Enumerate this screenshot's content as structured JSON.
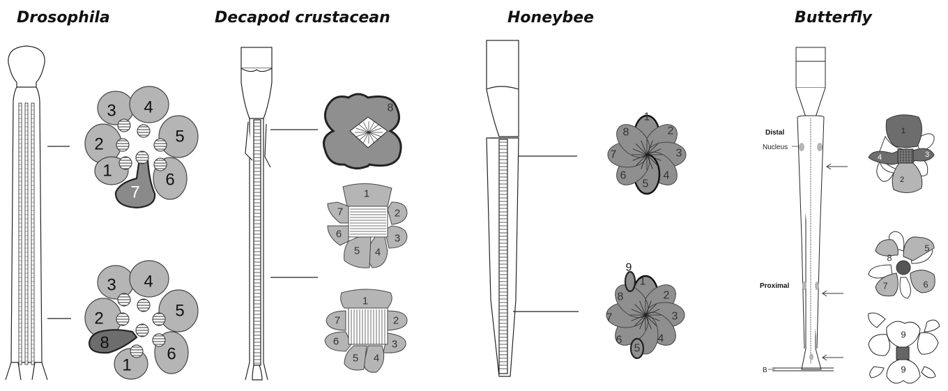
{
  "panels": [
    {
      "title": "Drosophila",
      "top_cells": [
        "1",
        "2",
        "3",
        "4",
        "5",
        "6",
        "7"
      ],
      "bottom_cells": [
        "1",
        "2",
        "3",
        "4",
        "5",
        "6",
        "8"
      ]
    },
    {
      "title": "Decapod crustacean",
      "cells_a": [
        "8"
      ],
      "cells_b": [
        "1",
        "2",
        "3",
        "4",
        "5",
        "6",
        "7"
      ],
      "cells_c": [
        "1",
        "2",
        "3",
        "4",
        "5",
        "6",
        "7"
      ]
    },
    {
      "title": "Honeybee",
      "top_cells": [
        "1",
        "2",
        "3",
        "4",
        "5",
        "6",
        "7",
        "8"
      ],
      "bottom_cells": [
        "1",
        "2",
        "3",
        "4",
        "5",
        "6",
        "7",
        "8",
        "9"
      ]
    },
    {
      "title": "Butterfly",
      "labels": {
        "distal": "Distal",
        "nucleus": "Nucleus",
        "proximal": "Proximal",
        "b": "B"
      },
      "cells_a": [
        "1",
        "2",
        "3",
        "4"
      ],
      "cells_b": [
        "5",
        "6",
        "7",
        "8"
      ],
      "cells_c": [
        "9",
        "9"
      ]
    }
  ],
  "colors": {
    "light": "#b5b5b5",
    "medium": "#8f8f8f",
    "dark": "#6d6d6d",
    "outline": "#333333"
  }
}
